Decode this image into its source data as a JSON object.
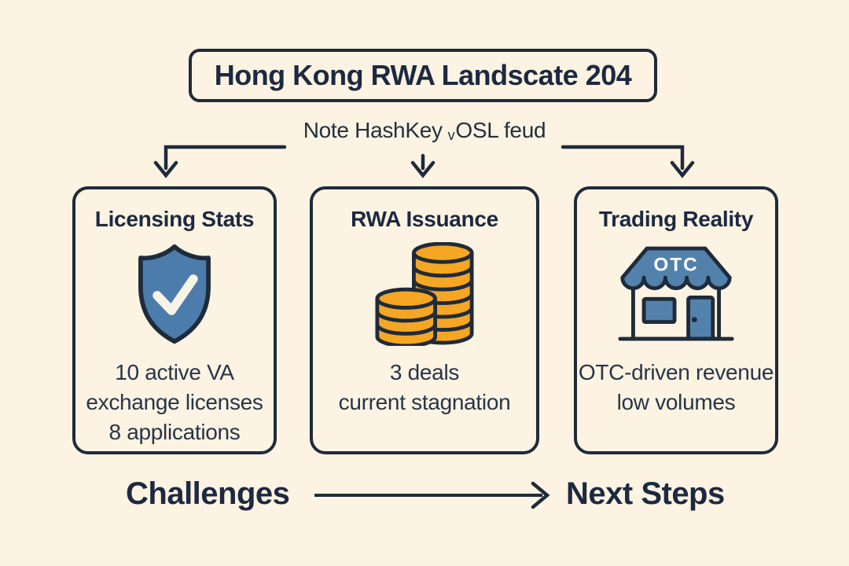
{
  "title": "Hong Kong RWA Landscate 204",
  "subtitle": {
    "pre": "Note HashKey",
    "small": "v",
    "post": "OSL feud"
  },
  "cards": [
    {
      "title": "Licensing Stats",
      "icon": "shield-check-icon",
      "lines": [
        "10 active VA",
        "exchange licenses",
        "8 applications"
      ]
    },
    {
      "title": "RWA Issuance",
      "icon": "coin-stack-icon",
      "lines": [
        "3 deals",
        "current stagnation"
      ]
    },
    {
      "title": "Trading Reality",
      "icon": "storefront-icon",
      "awning_label": "OTC",
      "lines": [
        "OTC-driven revenue",
        "low volumes"
      ]
    }
  ],
  "footer": {
    "left": "Challenges",
    "right": "Next Steps"
  },
  "colors": {
    "background": "#fcf3e2",
    "ink": "#1f2b3a",
    "shield_blue": "#4c7cab",
    "coin_gold": "#f5a623",
    "store_blue": "#5282ac",
    "check_cream": "#f8f3e7",
    "awning_text": "#ffffff"
  }
}
